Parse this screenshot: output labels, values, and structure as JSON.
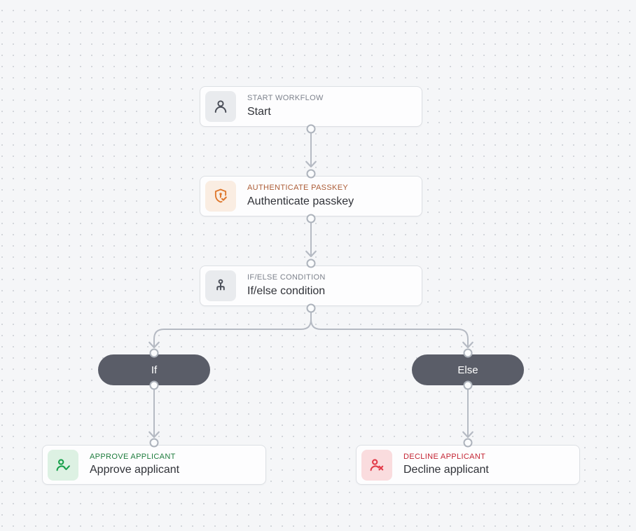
{
  "workflow": {
    "nodes": {
      "start": {
        "eyebrow": "START WORKFLOW",
        "title": "Start",
        "icon": "user-icon"
      },
      "authenticate_passkey": {
        "eyebrow": "AUTHENTICATE PASSKEY",
        "title": "Authenticate passkey",
        "icon": "shield-key-check-icon"
      },
      "if_else_condition": {
        "eyebrow": "IF/ELSE CONDITION",
        "title": "If/else condition",
        "icon": "branch-icon"
      },
      "approve_applicant": {
        "eyebrow": "APPROVE APPLICANT",
        "title": "Approve applicant",
        "icon": "user-check-icon"
      },
      "decline_applicant": {
        "eyebrow": "DECLINE APPLICANT",
        "title": "Decline applicant",
        "icon": "user-x-icon"
      }
    },
    "branch_labels": {
      "if": "If",
      "else": "Else"
    }
  },
  "colors": {
    "canvas_background": "#F5F6F8",
    "grid_dot": "#D3D6DB",
    "card_background": "#FDFDFE",
    "card_border": "#DDE0E4",
    "eyebrow_gray": "#7D828C",
    "title_text": "#303238",
    "connector_gray": "#B5BAC3",
    "port_ring": "#ADB3BC",
    "branch_pill_gray": "#5A5D68",
    "neutral_icon": "#4A4E58",
    "neutral_icon_bg": "#E9EBEE",
    "orange_icon": "#DE772C",
    "orange_icon_bg": "#FAEDE2",
    "orange_eyebrow": "#AC5C36",
    "green_icon": "#18A04B",
    "green_icon_bg": "#DDF1E3",
    "green_eyebrow": "#1E7C3D",
    "red_icon": "#E23B49",
    "red_icon_bg": "#FADCDE",
    "red_eyebrow": "#C32433"
  }
}
